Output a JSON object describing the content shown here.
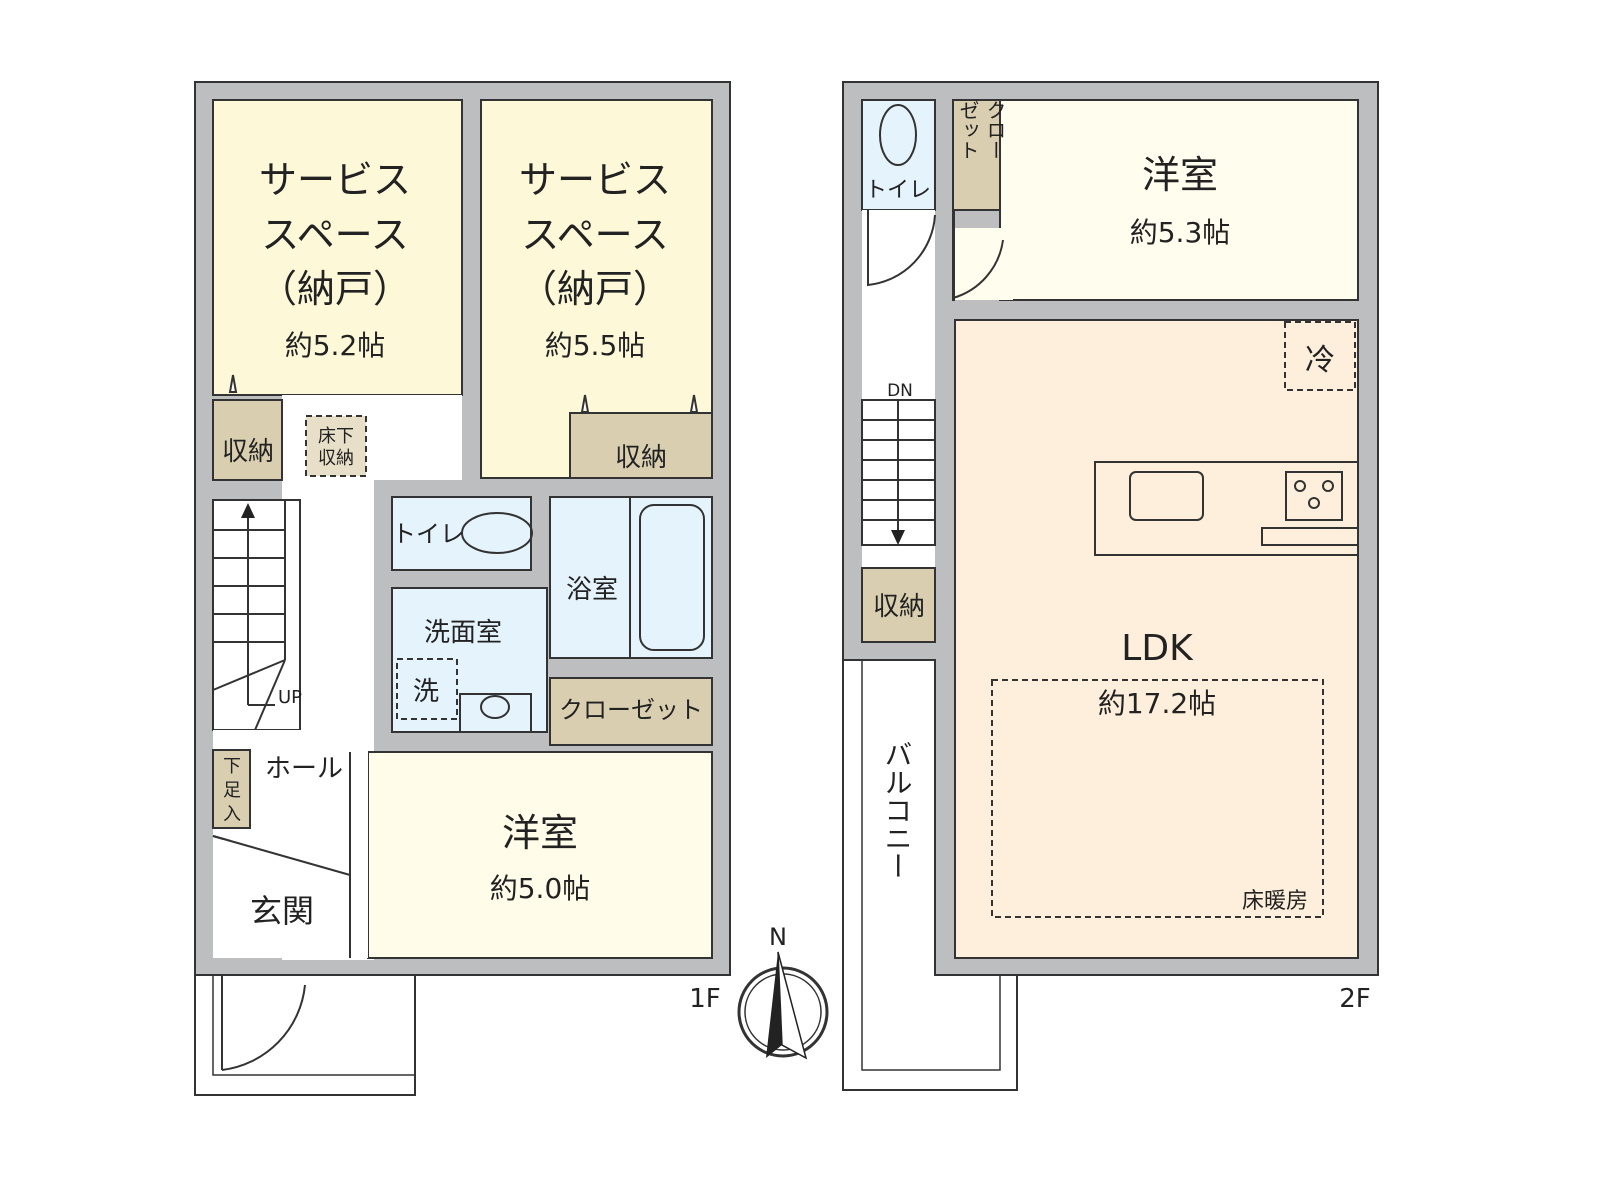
{
  "colors": {
    "wall": "#bdbebf",
    "service_space": "#fcf8d8",
    "western_room": "#fffde9",
    "storage": "#d9cfb0",
    "wet_area": "#e5f3fc",
    "ldk": "#fdefdb"
  },
  "floor1": {
    "label": "1F",
    "service1": {
      "name_l1": "サービス",
      "name_l2": "スペース",
      "name_l3": "（納戸）",
      "size": "約5.2帖"
    },
    "service2": {
      "name_l1": "サービス",
      "name_l2": "スペース",
      "name_l3": "（納戸）",
      "size": "約5.5帖"
    },
    "storage_left": "収納",
    "underfloor_l1": "床下",
    "underfloor_l2": "収納",
    "storage_right": "収納",
    "toilet": "トイレ",
    "bath": "浴室",
    "washroom": "洗面室",
    "washer": "洗",
    "closet": "クローゼット",
    "stairs_up": "UP",
    "hall": "ホール",
    "shoe_l1": "下",
    "shoe_l2": "足",
    "shoe_l3": "入",
    "entrance": "玄関",
    "western": {
      "name": "洋室",
      "size": "約5.0帖"
    }
  },
  "floor2": {
    "label": "2F",
    "toilet": "トイレ",
    "closet_col1": "クロー",
    "closet_col2": "ゼット",
    "western": {
      "name": "洋室",
      "size": "約5.3帖"
    },
    "fridge": "冷",
    "stairs_down": "DN",
    "storage": "収納",
    "ldk": {
      "name": "LDK",
      "size": "約17.2帖"
    },
    "floor_heating": "床暖房",
    "balcony": "バルコニー"
  },
  "compass": {
    "north": "N"
  }
}
